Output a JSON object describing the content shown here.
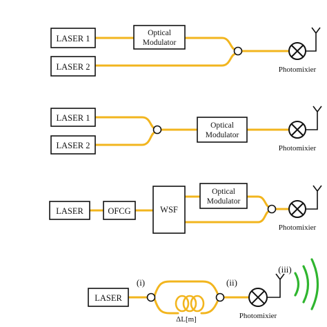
{
  "section1": {
    "laser1": "LASER 1",
    "laser2": "LASER 2",
    "modulator_line1": "Optical",
    "modulator_line2": "Modulator",
    "photomixer": "Photomixier"
  },
  "section2": {
    "laser1": "LASER 1",
    "laser2": "LASER 2",
    "modulator_line1": "Optical",
    "modulator_line2": "Modulator",
    "photomixer": "Photomixier"
  },
  "section3": {
    "laser": "LASER",
    "ofcg": "OFCG",
    "wsf": "WSF",
    "modulator_line1": "Optical",
    "modulator_line2": "Modulator",
    "photomixer": "Photomixier"
  },
  "section4": {
    "laser": "LASER",
    "label_i": "(i)",
    "label_ii": "(ii)",
    "label_iii": "(iii)",
    "delay_label": "ΔL[m]",
    "photomixer": "Photomixier"
  },
  "colors": {
    "fiber": "#f2b51e",
    "wave": "#2fb52f",
    "outline": "#111111"
  }
}
